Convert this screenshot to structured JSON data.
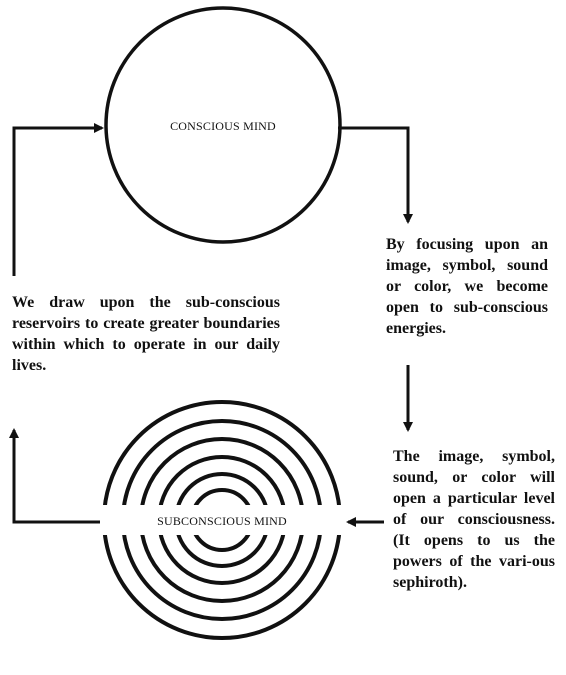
{
  "circles": {
    "conscious": "CONSCIOUS MIND",
    "subconscious": "SUBCONSCIOUS MIND"
  },
  "paragraphs": {
    "draw_upon": "We draw upon the sub-conscious reservoirs to create greater boundaries within which to operate in our daily lives.",
    "focusing": "By focusing upon an image, symbol, sound or color, we become open to sub-conscious energies.",
    "image_symbol": "The image, symbol, sound, or color will open a particular level of our consciousness. (It opens to us the powers of the vari-ous sephiroth)."
  },
  "colors": {
    "ink": "#111111",
    "paper": "#ffffff"
  }
}
